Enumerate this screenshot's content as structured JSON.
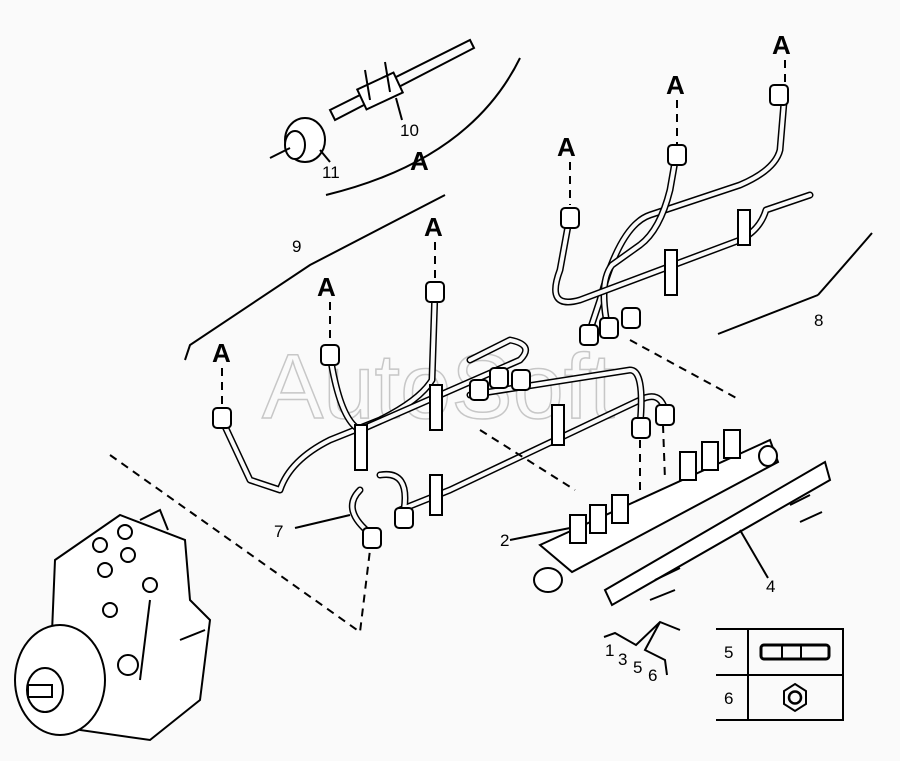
{
  "watermark": "AutoSoft",
  "callouts": {
    "c1": "1",
    "c2": "2",
    "c3": "3",
    "c4": "4",
    "c5": "5",
    "c6": "6",
    "c7": "7",
    "c8": "8",
    "c9": "9",
    "c10": "10",
    "c11": "11"
  },
  "connector_label": "A",
  "legend": {
    "rows": [
      {
        "number": "5",
        "icon": "washer-seal-icon"
      },
      {
        "number": "6",
        "icon": "hex-nut-icon"
      }
    ]
  }
}
